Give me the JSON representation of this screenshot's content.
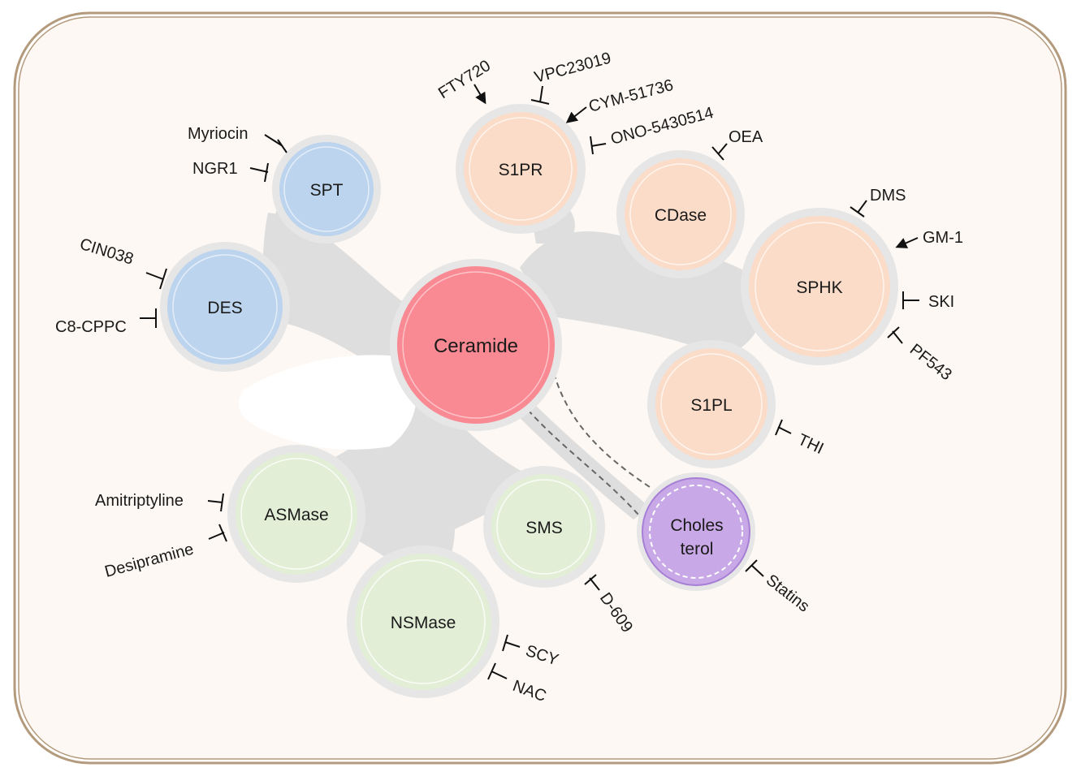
{
  "colors": {
    "frame_stroke": "#b49a7c",
    "frame_fill": "#fdf8f3",
    "connector": "#dedede",
    "ring": "#e6e6e6",
    "blue": "#bcd4ee",
    "peach": "#fbdcc8",
    "green": "#e3eed7",
    "red": "#f98a93",
    "purple": "#c8a8e6",
    "line": "#111111"
  },
  "nodes": {
    "ceramide": "Ceramide",
    "spt": "SPT",
    "des": "DES",
    "asmase": "ASMase",
    "nsmase": "NSMase",
    "sms": "SMS",
    "s1pr": "S1PR",
    "cdase": "CDase",
    "sphk": "SPHK",
    "s1pl": "S1PL",
    "cholesterol_line1": "Choles",
    "cholesterol_line2": "terol"
  },
  "drugs": {
    "myriocin": "Myriocin",
    "ngr1": "NGR1",
    "cin038": "CIN038",
    "c8cppc": "C8-CPPC",
    "amitriptyline": "Amitriptyline",
    "desipramine": "Desipramine",
    "scy": "SCY",
    "nac": "NAC",
    "d609": "D-609",
    "fty720": "FTY720",
    "vpc23019": "VPC23019",
    "cym51736": "CYM-51736",
    "ono5430514": "ONO-5430514",
    "oea": "OEA",
    "dms": "DMS",
    "gm1": "GM-1",
    "ski": "SKI",
    "pf543": "PF543",
    "thi": "THI",
    "statins": "Statins"
  }
}
